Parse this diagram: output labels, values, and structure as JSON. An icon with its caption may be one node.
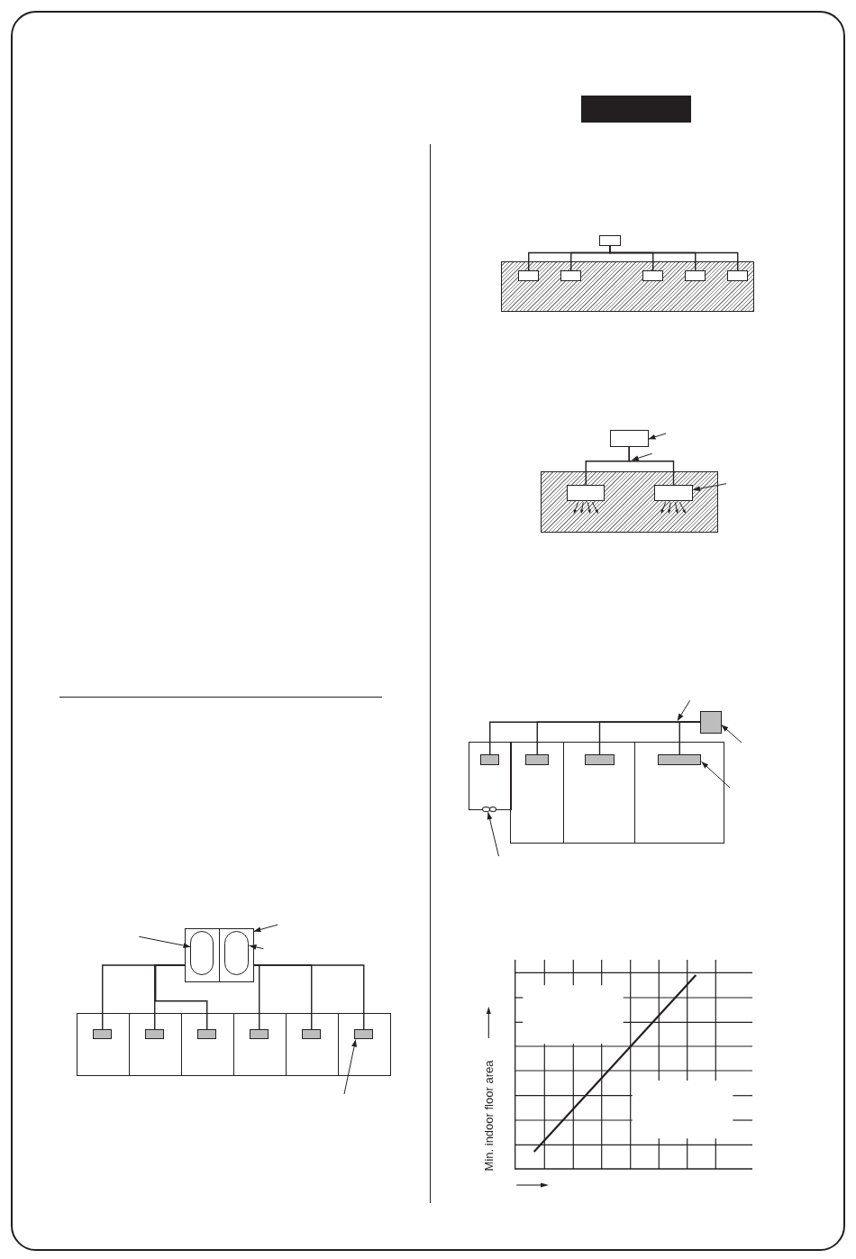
{
  "diagram": {
    "nodes": [
      {
        "text": [],
        "shape": "box"
      },
      {
        "text": [],
        "shape": "oval",
        "in": 0
      },
      {
        "text": [],
        "shape": "box"
      },
      {
        "text": [],
        "shape": "oval",
        "in": 2
      },
      {
        "text": [],
        "shape": "box"
      },
      {
        "text": [],
        "shape": "box",
        "in": 4
      },
      {
        "text": [],
        "shape": "box"
      },
      {
        "text": [],
        "shape": "box",
        "in": 6
      },
      {
        "text": [],
        "shape": "box"
      },
      {
        "text": [],
        "shape": "box",
        "in": 8
      },
      {
        "text": [],
        "shape": "box"
      },
      {
        "text": [],
        "shape": "box",
        "in": 10
      },
      {
        "text": [],
        "shape": "box"
      },
      {
        "text": [],
        "shape": "box",
        "in": 12
      },
      {
        "text": [],
        "shape": "box"
      },
      {
        "text": [],
        "shape": "box",
        "in": 14
      },
      {
        "text": [],
        "shape": "box"
      },
      {
        "text": [],
        "shape": "box"
      },
      {
        "text": [],
        "shape": "box",
        "in": 17
      },
      {
        "text": [],
        "shape": "box",
        "in": 17
      },
      {
        "text": [],
        "shape": "box",
        "in": 17
      },
      {
        "text": [],
        "shape": "box",
        "in": 17
      },
      {
        "text": [],
        "shape": "box",
        "in": 17
      },
      {
        "text": [],
        "shape": "box"
      },
      {
        "text": [],
        "shape": "box"
      },
      {
        "text": [],
        "shape": "box",
        "in": 24
      },
      {
        "text": [],
        "shape": "box",
        "in": 24
      },
      {
        "text": [],
        "shape": "box"
      },
      {
        "text": [],
        "shape": "box"
      },
      {
        "text": [],
        "shape": "box",
        "in": 28
      },
      {
        "text": [],
        "shape": "box"
      },
      {
        "text": [],
        "shape": "box",
        "in": 30
      },
      {
        "text": [],
        "shape": "box"
      },
      {
        "text": [],
        "shape": "box",
        "in": 32
      },
      {
        "text": [],
        "shape": "box"
      },
      {
        "text": [],
        "shape": "box",
        "in": 34
      },
      {
        "text": [],
        "shape": "circle"
      },
      {
        "text": [],
        "shape": "circle"
      }
    ],
    "edges": [
      {
        "from": 0,
        "to": 5,
        "arrow": "none"
      },
      {
        "from": 0,
        "to": 7,
        "arrow": "none"
      },
      {
        "from": 0,
        "to": 9,
        "arrow": "none"
      },
      {
        "from": 2,
        "to": 11,
        "arrow": "none"
      },
      {
        "from": 2,
        "to": 13,
        "arrow": "none"
      },
      {
        "from": 2,
        "to": 15,
        "arrow": "none"
      },
      {
        "from": null,
        "to": 1,
        "arrow": "to"
      },
      {
        "from": null,
        "to": 2,
        "arrow": "to"
      },
      {
        "from": null,
        "to": 3,
        "arrow": "to"
      },
      {
        "from": null,
        "to": 15,
        "arrow": "to"
      },
      {
        "from": 16,
        "to": 18,
        "arrow": "none"
      },
      {
        "from": 16,
        "to": 19,
        "arrow": "none"
      },
      {
        "from": 16,
        "to": 20,
        "arrow": "none"
      },
      {
        "from": 16,
        "to": 21,
        "arrow": "none"
      },
      {
        "from": 16,
        "to": 22,
        "arrow": "none"
      },
      {
        "from": 23,
        "to": 25,
        "arrow": "none"
      },
      {
        "from": 23,
        "to": 26,
        "arrow": "none"
      },
      {
        "from": null,
        "to": 23,
        "arrow": "to"
      },
      {
        "from": null,
        "to": 26,
        "arrow": "to"
      },
      {
        "from": 27,
        "to": 29,
        "arrow": "none"
      },
      {
        "from": 27,
        "to": 31,
        "arrow": "none"
      },
      {
        "from": 27,
        "to": 33,
        "arrow": "none"
      },
      {
        "from": 27,
        "to": 35,
        "arrow": "none"
      },
      {
        "from": null,
        "to": 27,
        "arrow": "to"
      },
      {
        "from": null,
        "to": 35,
        "arrow": "to"
      },
      {
        "from": null,
        "to": 36,
        "arrow": "to"
      }
    ],
    "labels": [
      "Min. indoor floor area"
    ]
  }
}
